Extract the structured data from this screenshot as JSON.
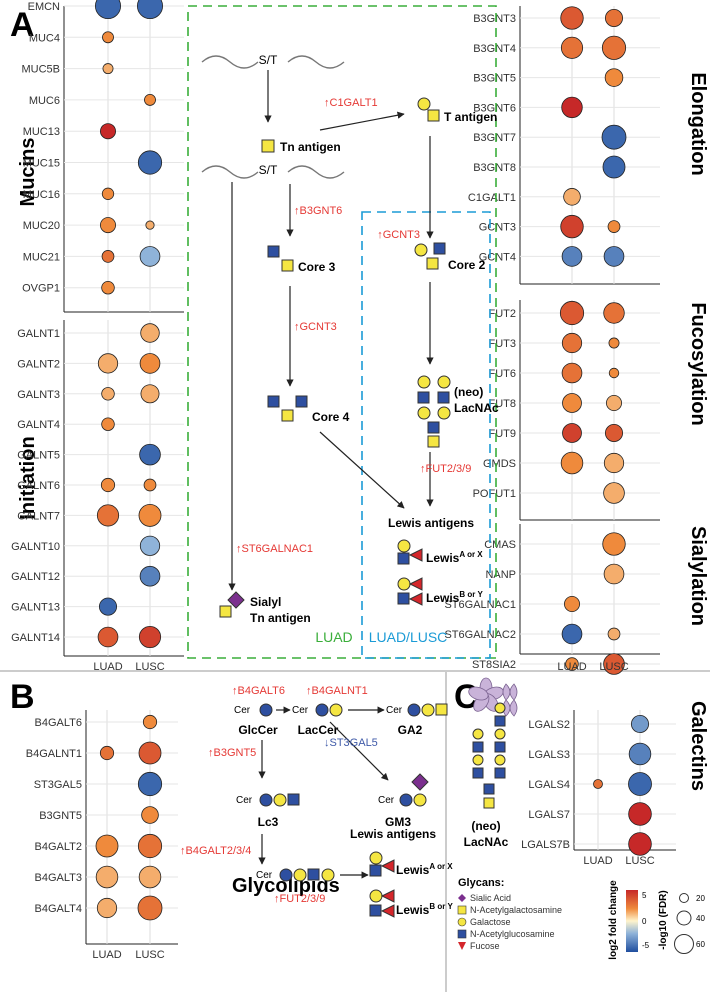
{
  "panels": {
    "A": "A",
    "B": "B",
    "C": "C",
    "mucins_title": "Mucins",
    "initiation_title": "Initiation",
    "elongation_title": "Elongation",
    "fucosylation_title": "Fucosylation",
    "sialylation_title": "Sialylation",
    "glycolipids_title": "Glycolipids",
    "galectins_title": "Galectins"
  },
  "columns": [
    "LUAD",
    "LUSC"
  ],
  "colors": {
    "sialic": "#7b2f8e",
    "galnac": "#f5e642",
    "gal": "#f5e642",
    "glcnac": "#2e4fa0",
    "fucose": "#d4262b",
    "pathway_up": "#e53935",
    "pathway_down": "#3f5aa8",
    "box_green": "#3aae3a",
    "box_blue": "#1b9bd6"
  },
  "chart_data": [
    {
      "type": "dotplot",
      "panel": "A",
      "group": "Mucins",
      "genes": [
        "EMCN",
        "MUC4",
        "MUC5B",
        "MUC6",
        "MUC13",
        "MUC15",
        "MUC16",
        "MUC20",
        "MUC21",
        "OVGP1"
      ],
      "luad": [
        [
          -6,
          72
        ],
        [
          3,
          8
        ],
        [
          2,
          6
        ],
        null,
        [
          7,
          20
        ],
        null,
        [
          3,
          9
        ],
        [
          3,
          20
        ],
        [
          4,
          10
        ],
        [
          3,
          12
        ]
      ],
      "lusc": [
        [
          -6,
          72
        ],
        null,
        null,
        [
          3,
          8
        ],
        null,
        [
          -6,
          60
        ],
        null,
        [
          2,
          3
        ],
        [
          -3,
          40
        ],
        null
      ]
    },
    {
      "type": "dotplot",
      "panel": "A",
      "group": "Initiation",
      "genes": [
        "GALNT1",
        "GALNT2",
        "GALNT3",
        "GALNT4",
        "GALNT5",
        "GALNT6",
        "GALNT7",
        "GALNT10",
        "GALNT12",
        "GALNT13",
        "GALNT14"
      ],
      "luad": [
        null,
        [
          2,
          38
        ],
        [
          2,
          12
        ],
        [
          3,
          12
        ],
        null,
        [
          3,
          14
        ],
        [
          4,
          48
        ],
        null,
        null,
        [
          -6,
          28
        ],
        [
          5,
          40
        ]
      ],
      "lusc": [
        [
          2,
          34
        ],
        [
          3,
          40
        ],
        [
          2,
          32
        ],
        null,
        [
          -6,
          45
        ],
        [
          3,
          10
        ],
        [
          3,
          52
        ],
        [
          -3,
          38
        ],
        [
          -5,
          40
        ],
        null,
        [
          6,
          48
        ]
      ]
    },
    {
      "type": "dotplot",
      "panel": "A",
      "group": "Elongation",
      "genes": [
        "B3GNT3",
        "B3GNT4",
        "B3GNT5",
        "B3GNT6",
        "B3GNT7",
        "B3GNT8",
        "C1GALT1",
        "GCNT3",
        "GCNT4"
      ],
      "luad": [
        [
          5,
          55
        ],
        [
          4,
          48
        ],
        null,
        [
          7,
          44
        ],
        null,
        null,
        [
          2,
          26
        ],
        [
          6,
          55
        ],
        [
          -5,
          40
        ]
      ],
      "lusc": [
        [
          4,
          28
        ],
        [
          4,
          60
        ],
        [
          3,
          30
        ],
        null,
        [
          -6,
          64
        ],
        [
          -6,
          52
        ],
        null,
        [
          3,
          10
        ],
        [
          -5,
          40
        ]
      ]
    },
    {
      "type": "dotplot",
      "panel": "A",
      "group": "Fucosylation",
      "genes": [
        "FUT2",
        "FUT3",
        "FUT6",
        "FUT8",
        "FUT9",
        "GMDS",
        "POFUT1"
      ],
      "luad": [
        [
          5,
          60
        ],
        [
          4,
          38
        ],
        [
          4,
          40
        ],
        [
          3,
          36
        ],
        [
          6,
          36
        ],
        [
          3,
          50
        ],
        null
      ],
      "lusc": [
        [
          4,
          44
        ],
        [
          3,
          6
        ],
        [
          3,
          5
        ],
        [
          2,
          20
        ],
        [
          5,
          28
        ],
        [
          2,
          38
        ],
        [
          2,
          45
        ]
      ]
    },
    {
      "type": "dotplot",
      "panel": "A",
      "group": "Sialylation",
      "genes": [
        "CMAS",
        "NANP",
        "ST6GALNAC1",
        "ST6GALNAC2",
        "ST8SIA2"
      ],
      "luad": [
        null,
        null,
        [
          3,
          20
        ],
        [
          -6,
          40
        ],
        [
          3,
          12
        ]
      ],
      "lusc": [
        [
          3,
          55
        ],
        [
          2,
          40
        ],
        null,
        [
          2,
          10
        ],
        [
          5,
          45
        ]
      ]
    },
    {
      "type": "dotplot",
      "panel": "B",
      "group": "Glycolipids",
      "genes": [
        "B4GALT6",
        "B4GALNT1",
        "ST3GAL5",
        "B3GNT5",
        "B4GALT2",
        "B4GALT3",
        "B4GALT4"
      ],
      "luad": [
        null,
        [
          4,
          14
        ],
        null,
        null,
        [
          3,
          52
        ],
        [
          2,
          50
        ],
        [
          2,
          38
        ]
      ],
      "lusc": [
        [
          3,
          14
        ],
        [
          5,
          52
        ],
        [
          -6,
          60
        ],
        [
          3,
          26
        ],
        [
          4,
          60
        ],
        [
          2,
          50
        ],
        [
          4,
          64
        ]
      ]
    },
    {
      "type": "dotplot",
      "panel": "C",
      "group": "Galectins",
      "genes": [
        "LGALS2",
        "LGALS3",
        "LGALS4",
        "LGALS7",
        "LGALS7B"
      ],
      "luad": [
        null,
        null,
        [
          4,
          4
        ],
        null,
        null
      ],
      "lusc": [
        [
          -4,
          28
        ],
        [
          -5,
          50
        ],
        [
          -6,
          58
        ],
        [
          7,
          56
        ],
        [
          7,
          56
        ]
      ]
    }
  ],
  "pathway_a": {
    "st": "S/T",
    "tn": "Tn antigen",
    "t_antigen": "T antigen",
    "c1galt1": "↑C1GALT1",
    "b3gnt6": "↑B3GNT6",
    "gcnt3a": "↑GCNT3",
    "gcnt3b": "↑GCNT3",
    "core3": "Core 3",
    "core4": "Core 4",
    "core2": "Core 2",
    "neo": "(neo)",
    "lacnac": "LacNAc",
    "fut239": "↑FUT2/3/9",
    "st6galnac1": "↑ST6GALNAC1",
    "sialyl": "Sialyl",
    "tn2": "Tn antigen",
    "lewis": "Lewis antigens",
    "lewis_ax": "Lewis",
    "ax_sup": "A or X",
    "lewis_by": "Lewis",
    "by_sup": "B or Y",
    "luad_box": "LUAD",
    "luadlusc_box": "LUAD/LUSC"
  },
  "pathway_b": {
    "cer": "Cer",
    "glccer": "GlcCer",
    "laccer": "LacCer",
    "ga2": "GA2",
    "gm3": "GM3",
    "lc3": "Lc3",
    "b4galt6": "↑B4GALT6",
    "b4galnt1": "↑B4GALNT1",
    "st3gal5": "↓ST3GAL5",
    "b3gnt5": "↑B3GNT5",
    "b4galt234": "↑B4GALT2/3/4",
    "fut239": "↑FUT2/3/9",
    "lewis": "Lewis antigens",
    "lewis_ax": "Lewis",
    "ax_sup": "A or X",
    "lewis_by": "Lewis",
    "by_sup": "B or Y"
  },
  "galectin_glycan": {
    "neo": "(neo)",
    "lacnac": "LacNAc"
  },
  "legend": {
    "glycans_title": "Glycans:",
    "items": [
      {
        "label": "Sialic Acid",
        "icon": "diamond"
      },
      {
        "label": "N-Acetylgalactosamine",
        "icon": "square-yellow"
      },
      {
        "label": "Galactose",
        "icon": "circle-yellow"
      },
      {
        "label": "N-Acetylglucosamine",
        "icon": "square-blue"
      },
      {
        "label": "Fucose",
        "icon": "triangle-red"
      }
    ],
    "color_title": "log2 fold change",
    "color_ticks": [
      "5",
      "0",
      "-5"
    ],
    "size_title": "-log10 (FDR)",
    "size_ticks": [
      "20",
      "40",
      "60"
    ]
  }
}
